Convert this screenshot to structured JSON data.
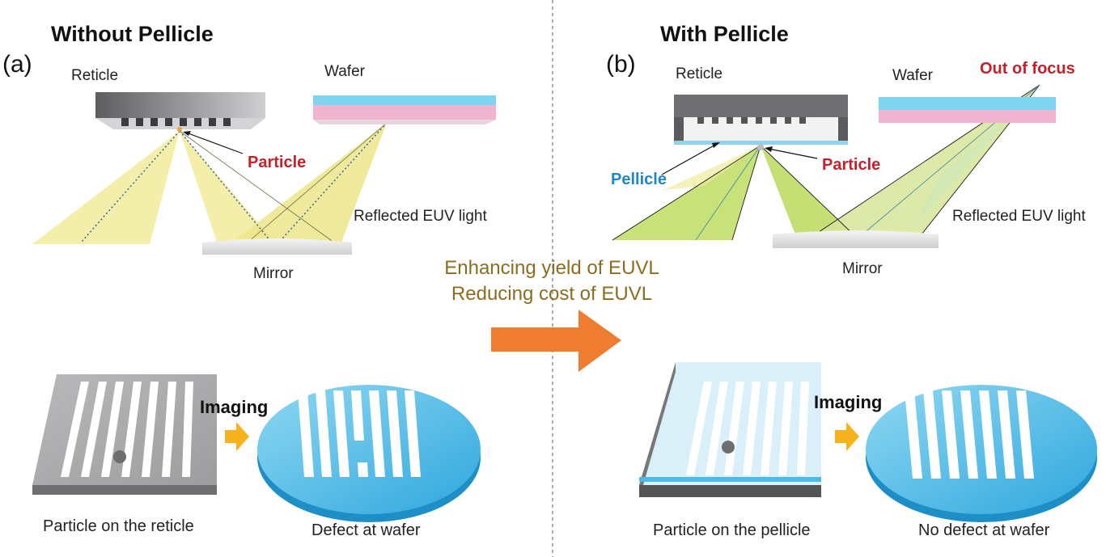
{
  "left": {
    "title": "Without Pellicle",
    "panel": "(a)",
    "labels": {
      "reticle": "Reticle",
      "wafer": "Wafer",
      "particle": "Particle",
      "reflected": "Reflected EUV light",
      "mirror": "Mirror",
      "imaging": "Imaging"
    },
    "captions": [
      "Particle on the reticle",
      "Defect at wafer"
    ]
  },
  "right": {
    "title": "With Pellicle",
    "panel": "(b)",
    "labels": {
      "reticle": "Reticle",
      "wafer": "Wafer",
      "out_of_focus": "Out of focus",
      "pellicle": "Pellicle",
      "particle": "Particle",
      "reflected": "Reflected EUV light",
      "mirror": "Mirror",
      "imaging": "Imaging"
    },
    "captions": [
      "Particle on the pellicle",
      "No defect at wafer"
    ]
  },
  "center": {
    "lines": [
      "Enhancing yield of EUVL",
      "Reducing cost of EUVL"
    ]
  },
  "colors": {
    "cone_yellow": "#f1ec9b",
    "cone_green": "#c2df6a",
    "arrow_orange": "#ee7d31",
    "small_arrow": "#f6b21c",
    "wafer_blue": "#4bbbe7",
    "wafer_pink": "#f0b7d0",
    "reticle_gray": "#8a8a8d",
    "label_red": "#c8202b",
    "label_blue": "#1f87c6",
    "text_gold": "#8c6d1f"
  }
}
